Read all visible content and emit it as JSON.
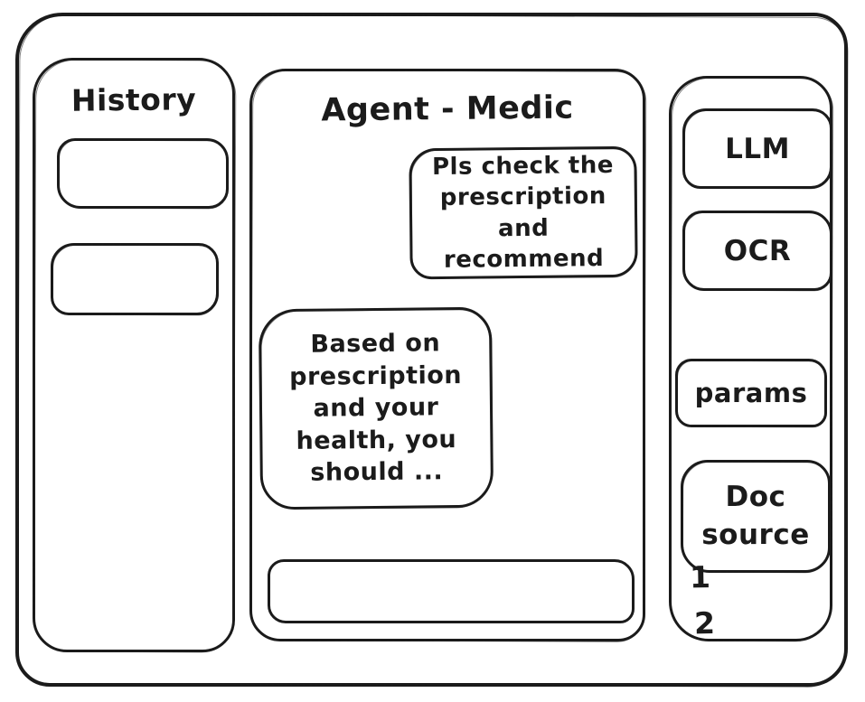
{
  "window": {
    "background": "#ffffff",
    "stroke_color": "#1b1b1b"
  },
  "history_panel": {
    "title": "History",
    "items": [
      {
        "label": ""
      },
      {
        "label": ""
      }
    ]
  },
  "chat_panel": {
    "title": "Agent - Medic",
    "messages": [
      {
        "role": "user",
        "text": "Pls check the\nprescription\nand recommend"
      },
      {
        "role": "agent",
        "text": "Based on\nprescription\nand your\nhealth, you\nshould ..."
      }
    ],
    "input": {
      "value": "",
      "placeholder": ""
    }
  },
  "tools_panel": {
    "buttons": [
      {
        "label": "LLM"
      },
      {
        "label": "OCR"
      },
      {
        "label": "params"
      },
      {
        "label": "Doc\nsource"
      }
    ],
    "doc_items": [
      {
        "label": "1"
      },
      {
        "label": "2"
      }
    ]
  }
}
